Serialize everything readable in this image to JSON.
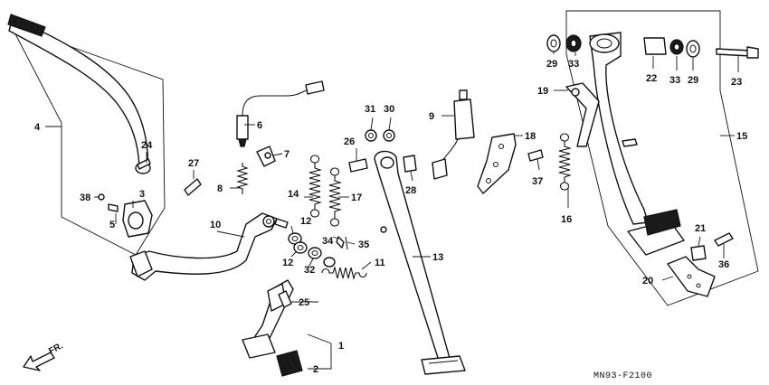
{
  "diagram": {
    "code": "MN93-F2100",
    "direction_label": "FR."
  },
  "callouts": {
    "c1": "1",
    "c2": "2",
    "c3": "3",
    "c4": "4",
    "c5": "5",
    "c6": "6",
    "c7": "7",
    "c8": "8",
    "c9": "9",
    "c10": "10",
    "c11": "11",
    "c12a": "12",
    "c12b": "12",
    "c13": "13",
    "c14": "14",
    "c15": "15",
    "c16": "16",
    "c17": "17",
    "c18": "18",
    "c19": "19",
    "c20": "20",
    "c21": "21",
    "c22": "22",
    "c23": "23",
    "c24": "24",
    "c25": "25",
    "c26": "26",
    "c27": "27",
    "c28": "28",
    "c29a": "29",
    "c29b": "29",
    "c30": "30",
    "c31": "31",
    "c32": "32",
    "c33a": "33",
    "c33b": "33",
    "c34": "34",
    "c35": "35",
    "c36": "36",
    "c37": "37",
    "c38": "38"
  }
}
